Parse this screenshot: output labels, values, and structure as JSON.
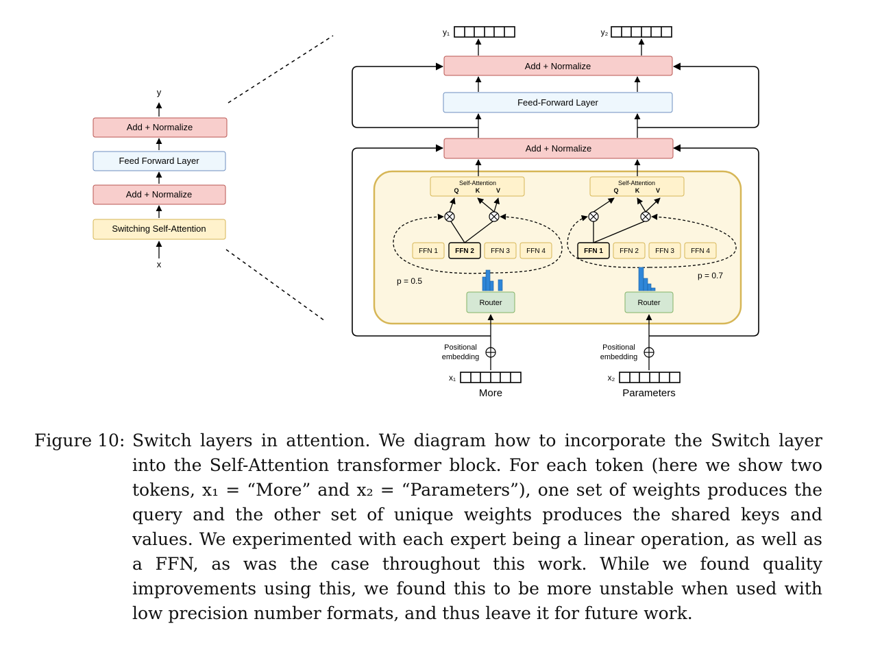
{
  "left_block": {
    "output": "y",
    "input": "x",
    "layers": [
      "Add + Normalize",
      "Feed Forward Layer",
      "Add + Normalize",
      "Switching Self-Attention"
    ]
  },
  "right_block": {
    "outputs": [
      "y₁",
      "y₂"
    ],
    "top_add_norm": "Add + Normalize",
    "ffl": "Feed-Forward Layer",
    "mid_add_norm": "Add + Normalize",
    "self_attention": {
      "title": "Self-Attention",
      "q": "Q",
      "k": "K",
      "v": "V"
    },
    "ffns": [
      "FFN 1",
      "FFN 2",
      "FFN 3",
      "FFN 4"
    ],
    "router": "Router",
    "p_left": "p = 0.5",
    "p_right": "p = 0.7",
    "positional": {
      "line1": "Positional",
      "line2": "embedding"
    },
    "inputs": [
      "x₁",
      "x₂"
    ],
    "tokens": [
      "More",
      "Parameters"
    ]
  },
  "caption": {
    "label": "Figure 10:",
    "text": "Switch layers in attention. We diagram how to incorporate the Switch layer into the Self-Attention transformer block. For each token (here we show two tokens, x₁ = “More” and x₂ = “Parameters”), one set of weights produces the query and the other set of unique weights produces the shared keys and values. We experimented with each expert being a linear operation, as well as a FFN, as was the case throughout this work. While we found quality improvements using this, we found this to be more unstable when used with low precision number formats, and thus leave it for future work."
  },
  "colors": {
    "add_norm_fill": "#f8cecc",
    "add_norm_stroke": "#b85450",
    "ffl_fill": "#eef7fd",
    "ffl_stroke": "#6c8ebf",
    "attn_fill": "#fff2cc",
    "attn_stroke": "#d6b656",
    "switch_region_fill": "#fdf6e0",
    "switch_region_stroke": "#d6b656",
    "router_fill": "#d5e8d4",
    "router_stroke": "#82b366",
    "hist_bar": "#2f86d8"
  }
}
